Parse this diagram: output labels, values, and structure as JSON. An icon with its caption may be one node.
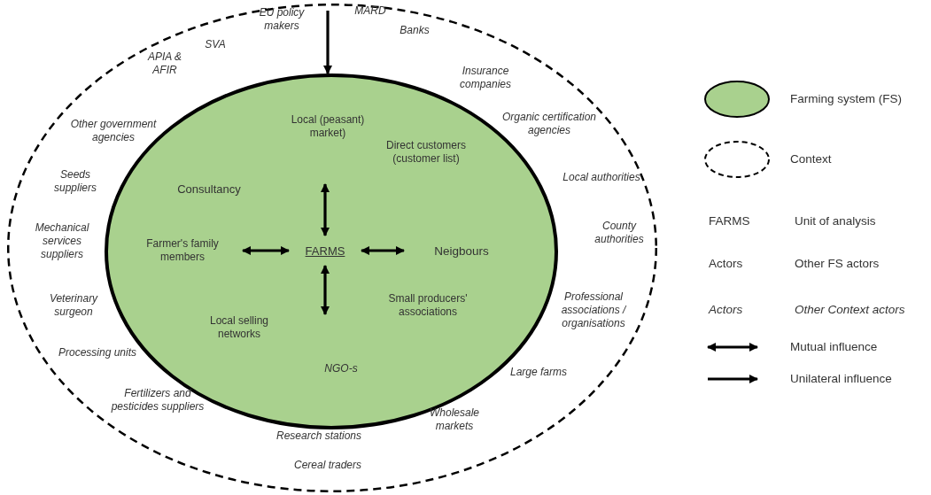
{
  "diagram": {
    "nodes": [
      {
        "text": [],
        "shape": "ellipse"
      },
      {
        "text": [],
        "shape": "ellipse",
        "in": 0
      },
      {
        "text": [
          "FARMS"
        ],
        "in": 1
      },
      {
        "text": [
          "Local (peasant) market)"
        ],
        "in": 1
      },
      {
        "text": [
          "Farmer's family members"
        ],
        "in": 1
      },
      {
        "text": [
          "Neigbours"
        ],
        "in": 1
      }
    ],
    "edges": [
      {
        "from": 2,
        "to": 3,
        "arrow": "both"
      },
      {
        "from": 2,
        "to": 4,
        "arrow": "both"
      },
      {
        "from": 2,
        "to": 5,
        "arrow": "both"
      },
      {
        "from": 2,
        "to": null,
        "arrow": "both"
      },
      {
        "from": null,
        "to": 1,
        "arrow": "to"
      }
    ],
    "labels": [
      "MARD",
      "EU policy makers",
      "Banks",
      "SVA",
      "APIA & AFIR",
      "Insurance companies",
      "Other government agencies",
      "Organic certification agencies",
      "Direct customers (customer list)",
      "Seeds suppliers",
      "Consultancy",
      "Local authorities",
      "Mechanical services suppliers",
      "County authorities",
      "Small producers' associations",
      "Professional associations / organisations",
      "Veterinary surgeon",
      "Local selling networks",
      "Processing units",
      "NGO-s",
      "Large farms",
      "Fertilizers and pesticides suppliers",
      "Research stations",
      "Wholesale markets",
      "Cereal traders",
      "FARMS",
      "Unit of analysis",
      "Actors",
      "Other FS actors",
      "Actors",
      "Other Context actors"
    ],
    "legend": [
      {
        "text": "Farming system (FS)",
        "color": "#a9d18e"
      },
      {
        "text": "Context"
      },
      {
        "text": "Mutual influence"
      },
      {
        "text": "Unilateral influence"
      }
    ]
  }
}
